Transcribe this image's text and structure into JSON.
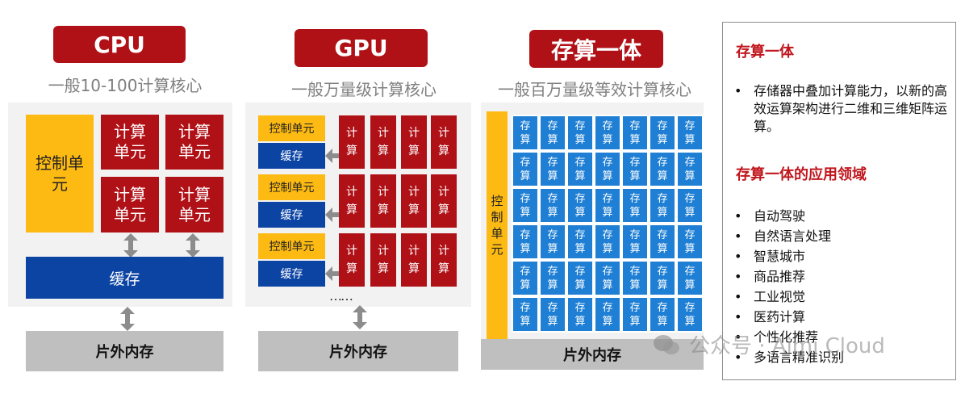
{
  "cpu": {
    "header": "CPU",
    "subtitle": "一般10-100计算核心",
    "control": "控制单元",
    "compute": [
      "计算单元",
      "计算单元",
      "计算单元",
      "计算单元"
    ],
    "cache": "缓存",
    "offchip": "片外内存"
  },
  "gpu": {
    "header": "GPU",
    "subtitle": "一般万量级计算核心",
    "rows": [
      {
        "control": "控制单元",
        "cache": "缓存"
      },
      {
        "control": "控制单元",
        "cache": "缓存"
      },
      {
        "control": "控制单元",
        "cache": "缓存"
      }
    ],
    "compute_label": "计算",
    "ellipsis": "……",
    "offchip": "片外内存"
  },
  "cim": {
    "header": "存算一体",
    "subtitle": "一般百万量级等效计算核心",
    "control": "控制单元",
    "cell_label": "存算",
    "offchip": "片外内存"
  },
  "sidebar": {
    "title": "存算一体",
    "desc": "存储器中叠加计算能力，以新的高效运算架构进行二维和三维矩阵运算。",
    "apps_title": "存算一体的应用领域",
    "apps": [
      "自动驾驶",
      "自然语言处理",
      "智慧城市",
      "商品推荐",
      "工业视觉",
      "医药计算",
      "个性化推荐",
      "多语言精准识别"
    ]
  },
  "watermark": {
    "text": "公众号 · Aimi Cloud"
  },
  "colors": {
    "red": "#b01117",
    "yellow": "#fdba12",
    "blue": "#0c44a4",
    "cell_blue": "#1f7fd4",
    "gray": "#bfbfbf"
  }
}
